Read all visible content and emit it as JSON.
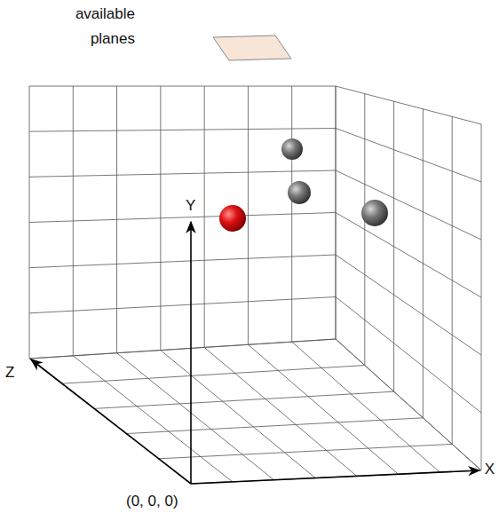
{
  "diagram": {
    "labels": [
      "available planes",
      "Y",
      "Z",
      "X",
      "(0, 0, 0)"
    ]
  }
}
